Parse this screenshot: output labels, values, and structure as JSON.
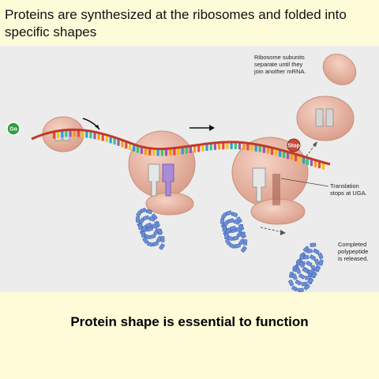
{
  "title": "Proteins are synthesized at the ribosomes and folded into specific shapes",
  "footer": "Protein shape is essential to function",
  "badges": {
    "go": "Go",
    "stop": "Stop"
  },
  "annotations": {
    "subunits": [
      "Ribosome subunits",
      "separate until they",
      "join another mRNA."
    ],
    "translation": [
      "Translation",
      "stops at UGA."
    ],
    "completed": [
      "Completed",
      "polypeptide",
      "is released."
    ]
  },
  "colors": {
    "ribosome": "#e9b8a6",
    "ribosome_edge": "#c98f7f",
    "mrna": "#c0392b",
    "polypeptide": "#6a8fd8",
    "go_badge": "#2e9e3e",
    "stop_badge": "#c94b38",
    "nucleotides": [
      "#e74c3c",
      "#f1c40f",
      "#3498db",
      "#2ecc71",
      "#9b59b6",
      "#f39c12"
    ]
  }
}
